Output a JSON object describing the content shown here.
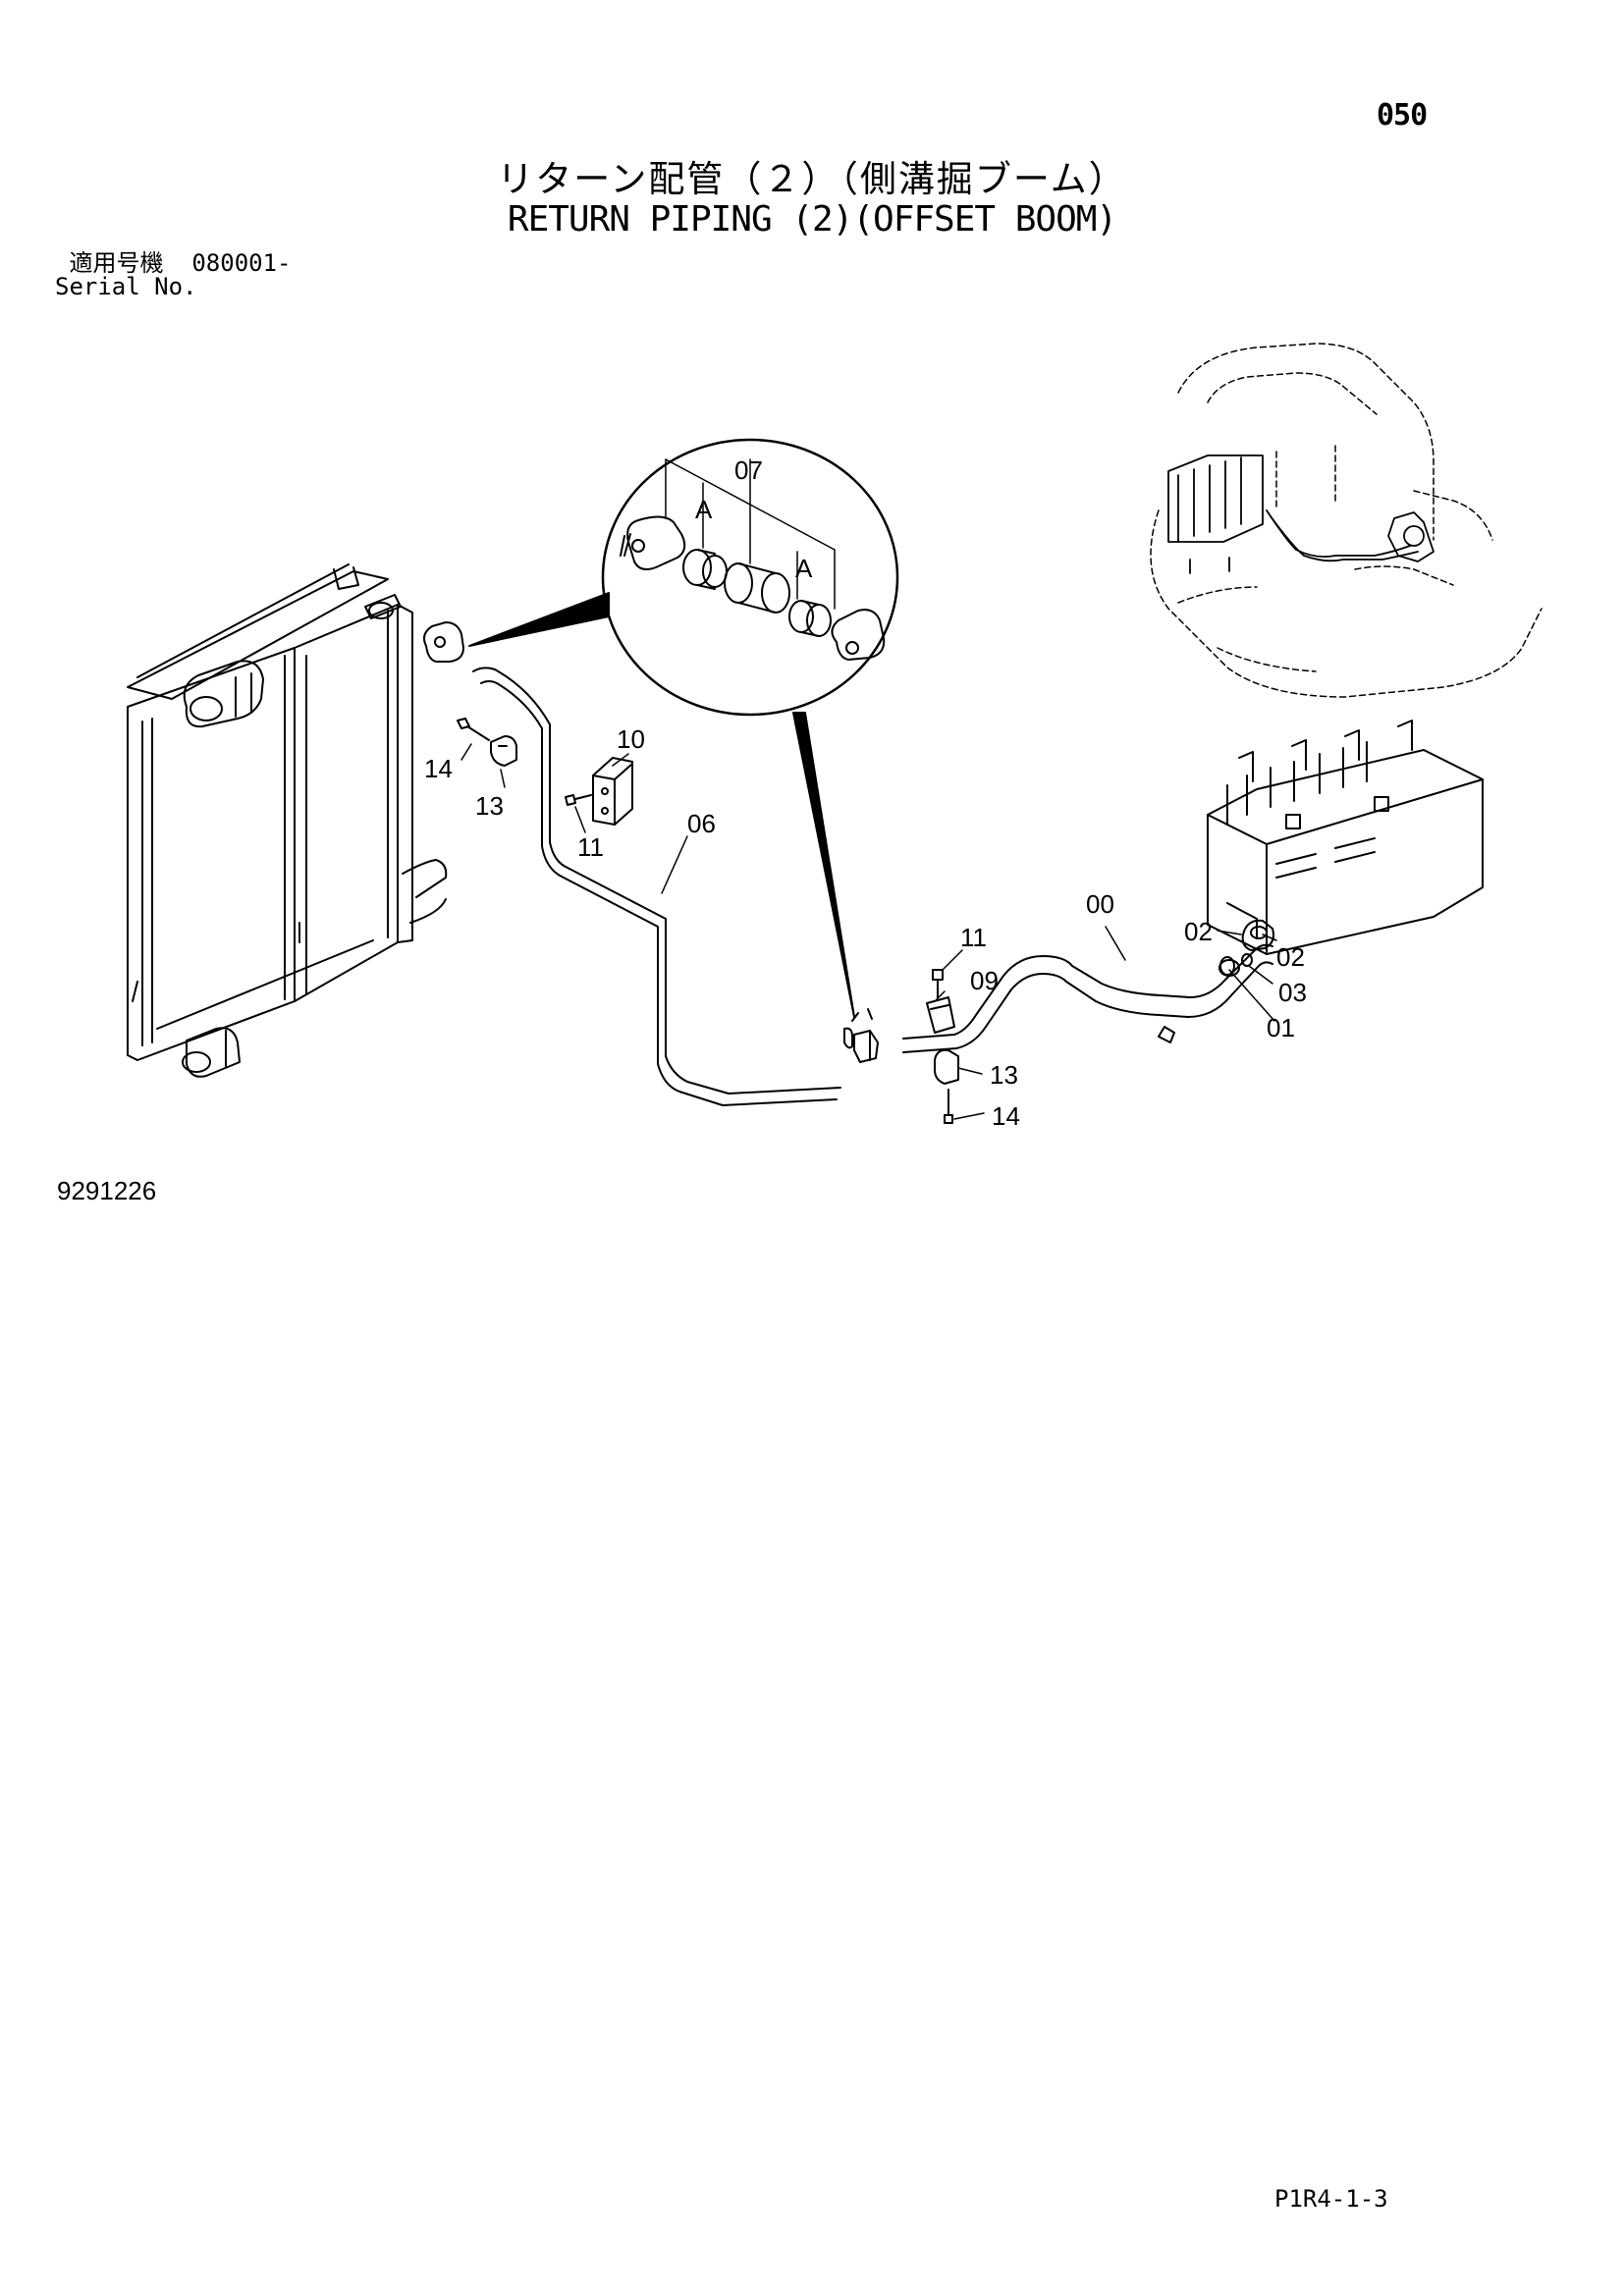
{
  "header": {
    "page_number": "050",
    "title_jp": "リターン配管（２）（側溝掘ブーム）",
    "title_en": "RETURN PIPING (2)(OFFSET BOOM)",
    "serial_label_jp": "適用号機",
    "serial_value": "080001-",
    "serial_label_en": "Serial No."
  },
  "callouts": {
    "c00": "00",
    "c01": "01",
    "c02a": "02",
    "c02b": "02",
    "c03": "03",
    "c06": "06",
    "c07": "07",
    "c09": "09",
    "c10": "10",
    "c11a": "11",
    "c11b": "11",
    "c13a": "13",
    "c13b": "13",
    "c14a": "14",
    "c14b": "14",
    "detail_a1": "A",
    "detail_a2": "A"
  },
  "footer": {
    "drawing_number": "9291226",
    "sheet_code": "P1R4-1-3"
  }
}
